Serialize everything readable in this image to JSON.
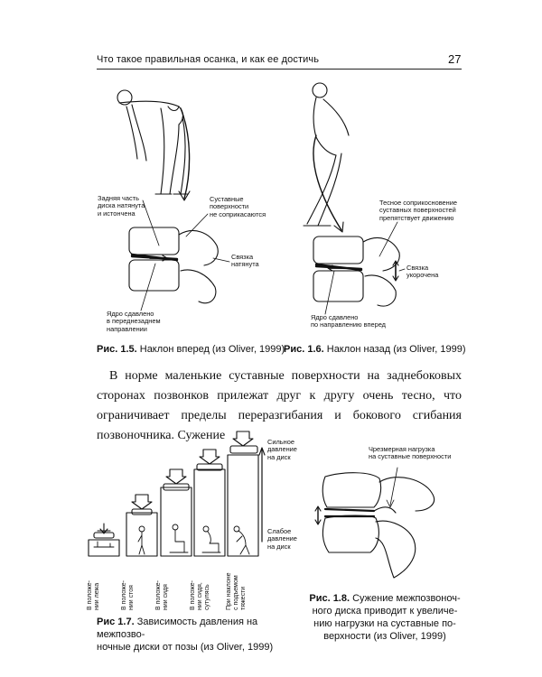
{
  "header": {
    "title": "Что такое правильная осанка, и как ее достичь",
    "page_number": "27"
  },
  "fig15": {
    "label_back": "Задняя часть\nдиска натянута\nи истончена",
    "label_joints": "Суставные\nповерхности\nне соприкасаются",
    "label_ligament": "Связка\nнатянута",
    "label_nucleus": "Ядро сдавлено\nв переднезаднем\nнаправлении",
    "caption_num": "Рис. 1.5.",
    "caption_text": "Наклон вперед (из Oliver, 1999)"
  },
  "fig16": {
    "label_contact": "Тесное соприкосновение\nсуставных поверхностей\nпрепятствует движению",
    "label_ligament": "Связка\nукорочена",
    "label_nucleus": "Ядро сдавлено\nпо направлению вперед",
    "caption_num": "Рис. 1.6.",
    "caption_text": "Наклон назад (из Oliver, 1999)"
  },
  "body": {
    "paragraph": "В норме маленькие суставные поверхности на заднебоковых сторонах позвонков прилежат друг к другу очень тесно, что ограничивает пределы переразгибания и бокового сгибания позвоночника. Сужение"
  },
  "fig17": {
    "label_strong": "Сильное\nдавление\nна диск",
    "label_weak": "Слабое\nдавление\nна диск",
    "positions": [
      "В положе-\nнии лежа",
      "В положе-\nнии стоя",
      "В положе-\nнии сидя",
      "В положе-\nнии сидя,\nсутулясь",
      "При наклоне\nс подъемом\nтяжести"
    ],
    "caption_num": "Рис 1.7.",
    "caption_text": "Зависимость давления на межпозво-\nночные диски от позы (из Oliver, 1999)"
  },
  "fig18": {
    "label_load": "Чрезмерная нагрузка\nна суставные поверхности",
    "caption_num": "Рис. 1.8.",
    "caption_text": "Сужение межпозвоноч-\nного диска приводит к увеличе-\nнию нагрузки на суставные по-\nверхности (из Oliver, 1999)"
  },
  "colors": {
    "ink": "#111111",
    "box_fill": "#ffffff"
  }
}
